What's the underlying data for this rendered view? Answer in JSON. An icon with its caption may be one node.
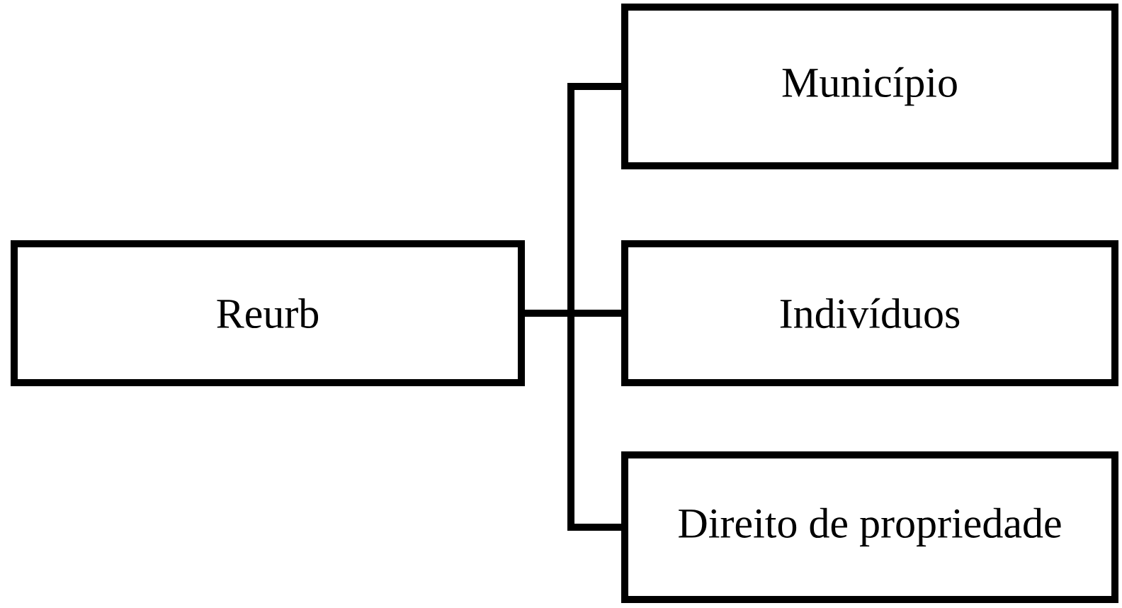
{
  "diagram": {
    "nodes": [
      {
        "text": [
          "Reurb"
        ]
      },
      {
        "text": [
          "Município"
        ]
      },
      {
        "text": [
          "Indivíduos"
        ]
      },
      {
        "text": [
          "Direito de propriedade"
        ]
      }
    ],
    "edges": [
      {
        "from": 0,
        "to": 1,
        "arrow": "none"
      },
      {
        "from": 0,
        "to": 2,
        "arrow": "none"
      },
      {
        "from": 0,
        "to": 3,
        "arrow": "none"
      }
    ]
  }
}
